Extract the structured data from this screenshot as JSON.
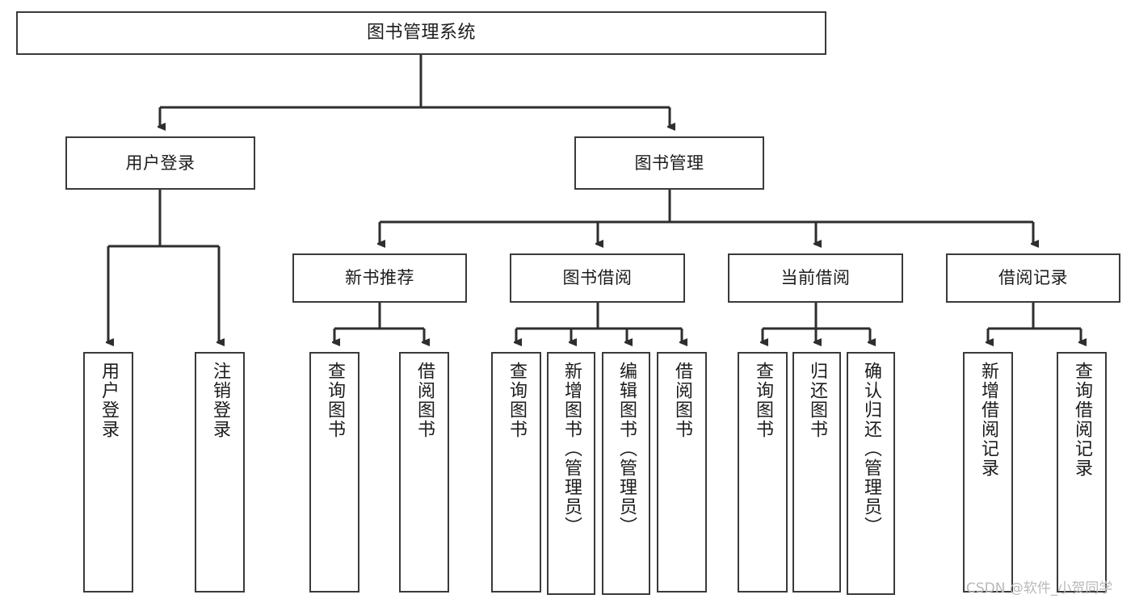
{
  "diagram": {
    "title": "图书管理系统",
    "type": "tree-hierarchy-diagram",
    "colors": {
      "border": "#3a3a3a",
      "background": "#ffffff",
      "text": "#1c1c1c",
      "watermark": "#b9b9b9"
    },
    "nodes": {
      "root": {
        "label": "图书管理系统",
        "orientation": "horizontal"
      },
      "level2": [
        {
          "label": "用户登录",
          "orientation": "horizontal"
        },
        {
          "label": "图书管理",
          "orientation": "horizontal"
        }
      ],
      "level3": [
        {
          "label": "新书推荐",
          "orientation": "horizontal"
        },
        {
          "label": "图书借阅",
          "orientation": "horizontal"
        },
        {
          "label": "当前借阅",
          "orientation": "horizontal"
        },
        {
          "label": "借阅记录",
          "orientation": "horizontal"
        }
      ],
      "leaves": {
        "user_login": [
          {
            "label": "用户登录",
            "orientation": "vertical"
          },
          {
            "label": "注销登录",
            "orientation": "vertical"
          }
        ],
        "new_book_recommend": [
          {
            "label": "查询图书",
            "orientation": "vertical"
          },
          {
            "label": "借阅图书",
            "orientation": "vertical"
          }
        ],
        "book_borrow": [
          {
            "label": "查询图书",
            "orientation": "vertical"
          },
          {
            "label": "新增图书（管理员）",
            "orientation": "vertical"
          },
          {
            "label": "编辑图书（管理员）",
            "orientation": "vertical"
          },
          {
            "label": "借阅图书",
            "orientation": "vertical"
          }
        ],
        "current_borrow": [
          {
            "label": "查询图书",
            "orientation": "vertical"
          },
          {
            "label": "归还图书",
            "orientation": "vertical"
          },
          {
            "label": "确认归还（管理员）",
            "orientation": "vertical"
          }
        ],
        "borrow_record": [
          {
            "label": "新增借阅记录",
            "orientation": "vertical"
          },
          {
            "label": "查询借阅记录",
            "orientation": "vertical"
          }
        ]
      }
    },
    "watermark": "CSDN @软件_小贺同学"
  }
}
